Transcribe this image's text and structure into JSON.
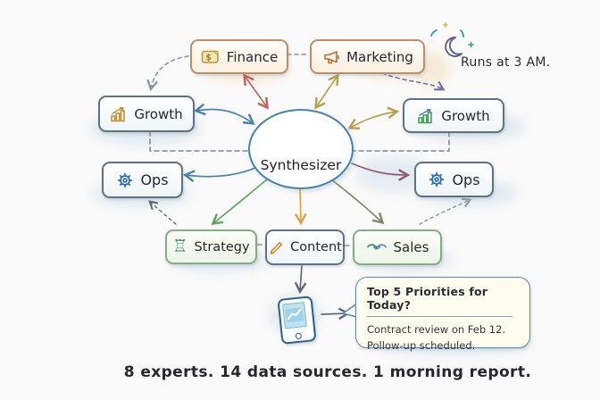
{
  "hub": {
    "label": "Synthesizer",
    "icon": "funnel-icon"
  },
  "nodes": {
    "finance": {
      "label": "Finance",
      "icon": "banknote-dollar-icon"
    },
    "marketing": {
      "label": "Marketing",
      "icon": "megaphone-icon"
    },
    "growth_left": {
      "label": "Growth",
      "icon": "bar-chart-up-icon"
    },
    "growth_right": {
      "label": "Growth",
      "icon": "bar-chart-up-icon"
    },
    "ops_left": {
      "label": "Ops",
      "icon": "gear-icon"
    },
    "ops_right": {
      "label": "Ops",
      "icon": "gear-icon"
    },
    "strategy": {
      "label": "Strategy",
      "icon": "chess-rook-icon"
    },
    "content": {
      "label": "Content",
      "icon": "pencil-icon"
    },
    "sales": {
      "label": "Sales",
      "icon": "handshake-icon"
    }
  },
  "icons": {
    "dollar_glyph": "$",
    "rook_glyph": "♖"
  },
  "annotations": {
    "schedule": "Runs at 3 AM.",
    "caption": "8 experts. 14 data sources. 1 morning report."
  },
  "bubble": {
    "title": "Top 5 Priorities for Today?",
    "lines": [
      "Contract review on Feb 12.",
      "Pollow-up scheduled."
    ]
  },
  "colors": {
    "warm_border": "#c08d6b",
    "cool_border": "#5f7183",
    "green_border": "#86aa83",
    "hub_border": "#4a82a6",
    "arrow_red": "#c2635c",
    "arrow_olive": "#b3a254",
    "arrow_blue": "#4a83a8",
    "arrow_tan": "#bb9e55",
    "arrow_maroon": "#8d5f72",
    "arrow_green": "#64a266",
    "arrow_orange": "#e0a04a",
    "arrow_darkolive": "#7d8c6b",
    "dashed_gray": "#8a94a0",
    "dashed_purple": "#6f6b9e",
    "moon": "#5d5a8c"
  }
}
